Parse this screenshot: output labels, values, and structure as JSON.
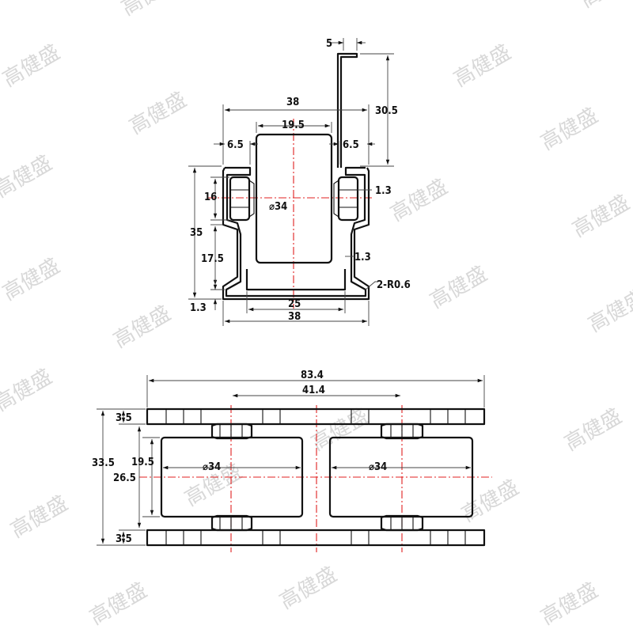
{
  "watermark": "高健盛",
  "section_view": {
    "dims": {
      "top_flange": "5",
      "overall_width": "38",
      "roller_width": "19.5",
      "left_gap": "6.5",
      "right_gap": "6.5",
      "height_upper": "30.5",
      "bearing_height": "16",
      "roller_dia": "⌀34",
      "bearing_offset": "1.3",
      "total_height": "35",
      "lower_height": "17.5",
      "base_thickness": "1.3",
      "wall_thickness": "1.3",
      "fillet": "2-R0.6",
      "inner_width": "25",
      "base_width": "38"
    }
  },
  "plan_view": {
    "dims": {
      "overall_length": "83.4",
      "roller_spacing": "41.4",
      "rail_top": "3.5",
      "total_width": "33.5",
      "roller_width": "19.5",
      "inner_width": "26.5",
      "rail_bottom": "3.5",
      "roller_left_dia": "⌀34",
      "roller_right_dia": "⌀34"
    }
  }
}
